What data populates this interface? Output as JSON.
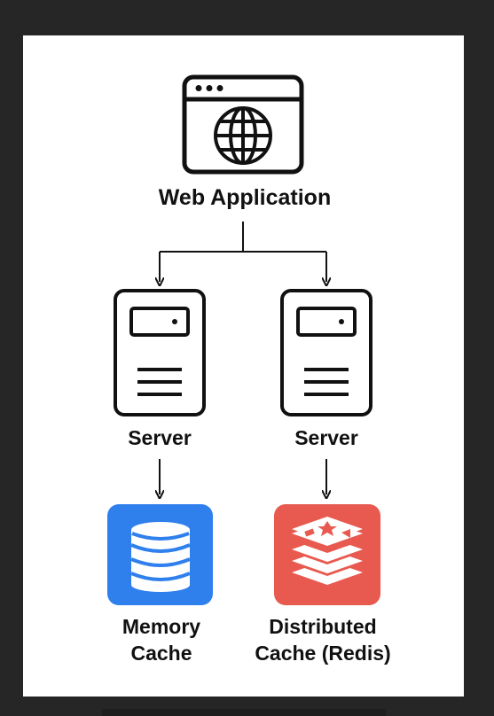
{
  "diagram": {
    "top_node": {
      "label": "Web Application",
      "icon": "browser-globe-icon"
    },
    "servers": [
      {
        "label": "Server",
        "icon": "server-tower-icon"
      },
      {
        "label": "Server",
        "icon": "server-tower-icon"
      }
    ],
    "caches": [
      {
        "line1": "Memory",
        "line2": "Cache",
        "icon": "database-icon",
        "color": "#2F80ED"
      },
      {
        "line1": "Distributed",
        "line2": "Cache (Redis)",
        "icon": "redis-icon",
        "color": "#E85A4F"
      }
    ],
    "colors": {
      "background": "#262626",
      "card": "#FFFFFF",
      "ink": "#111111"
    }
  }
}
